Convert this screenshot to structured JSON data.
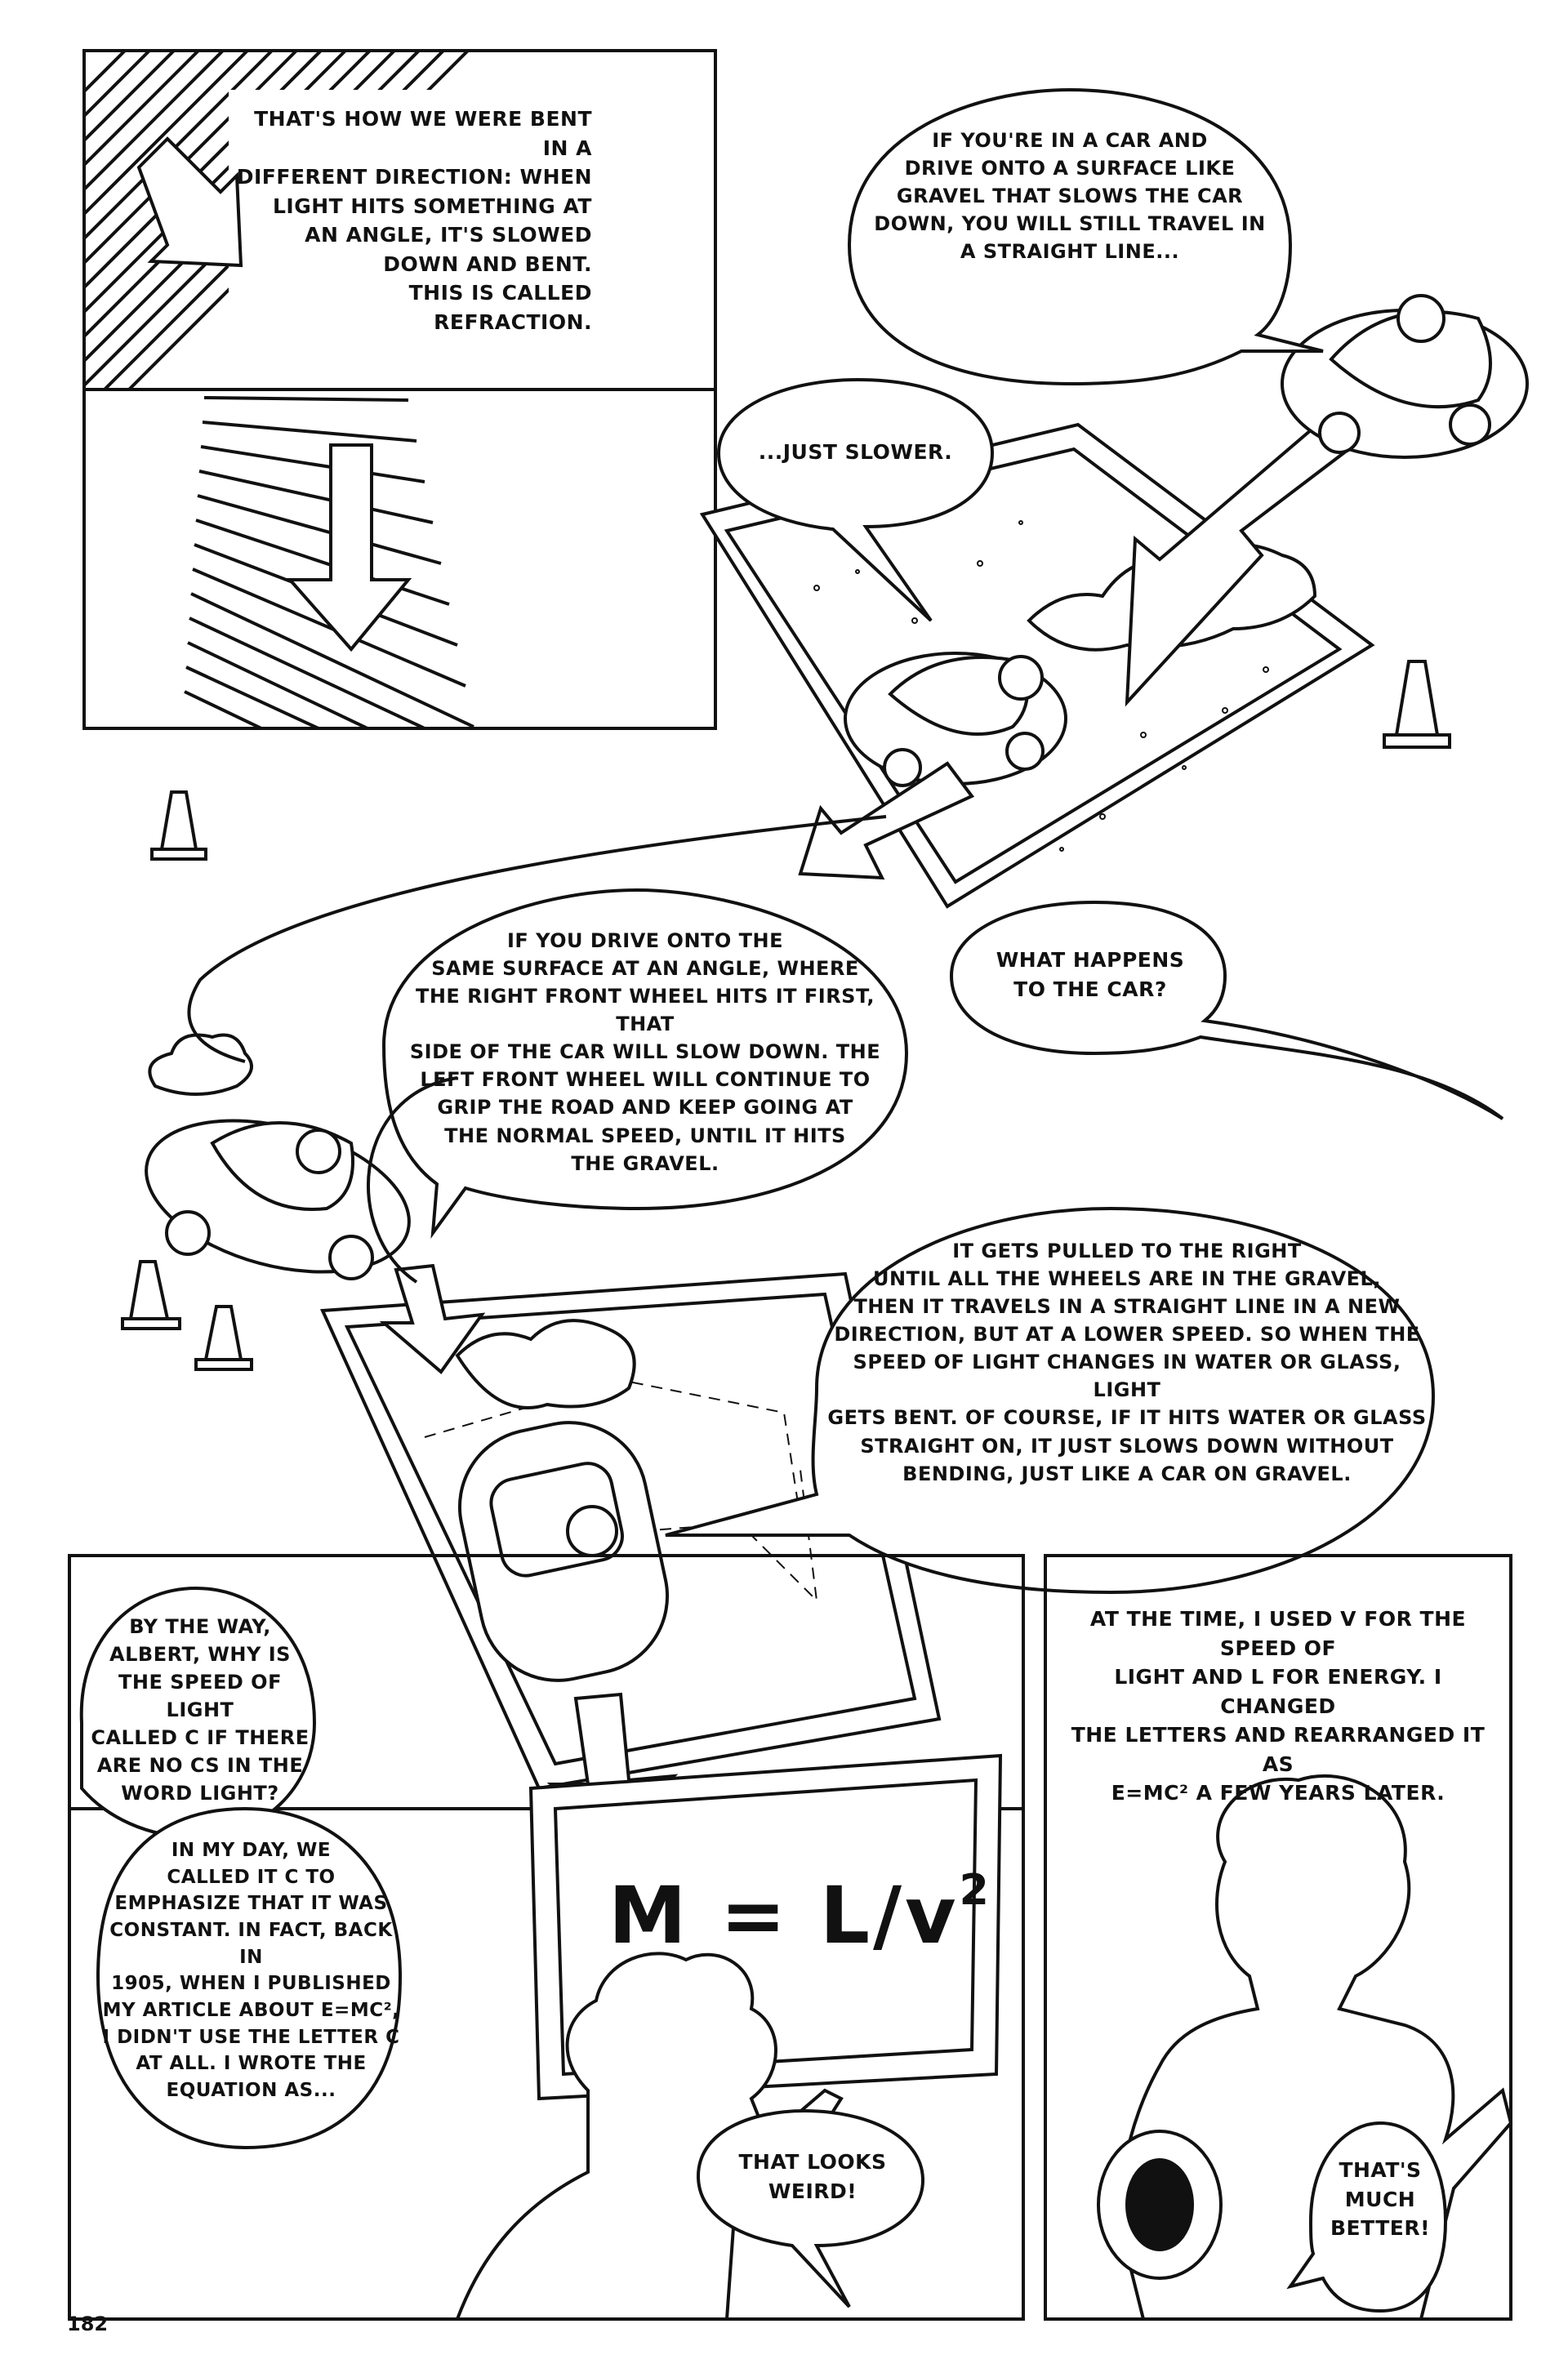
{
  "page_number": "182",
  "panels": {
    "refraction": {
      "caption": "THAT'S HOW WE WERE BENT IN A\nDIFFERENT DIRECTION: WHEN\nLIGHT HITS SOMETHING AT\nAN ANGLE, IT'S SLOWED\nDOWN AND BENT.\nTHIS IS CALLED\nREFRACTION."
    },
    "car_straight": {
      "bubble_car_gravel": "IF YOU'RE IN A CAR AND\nDRIVE ONTO A SURFACE LIKE\nGRAVEL THAT SLOWS THE CAR\nDOWN, YOU WILL STILL TRAVEL IN\nA STRAIGHT LINE...",
      "bubble_slower": "...JUST SLOWER.",
      "bubble_what_happens": "WHAT HAPPENS\nTO THE CAR?"
    },
    "car_angle": {
      "bubble_angle": "IF YOU DRIVE ONTO THE\nSAME SURFACE AT AN ANGLE, WHERE\nTHE RIGHT FRONT WHEEL HITS IT FIRST, THAT\nSIDE OF THE CAR WILL SLOW DOWN. THE\nLEFT FRONT WHEEL WILL CONTINUE TO\nGRIP THE ROAD AND KEEP GOING AT\nTHE NORMAL SPEED, UNTIL IT HITS\nTHE GRAVEL.",
      "bubble_pulled": "IT GETS PULLED TO THE RIGHT\nUNTIL ALL THE WHEELS ARE IN THE GRAVEL,\nTHEN IT TRAVELS IN A STRAIGHT LINE IN A NEW\nDIRECTION, BUT AT A LOWER SPEED. SO WHEN THE\nSPEED OF LIGHT CHANGES IN WATER OR GLASS, LIGHT\nGETS BENT. OF COURSE, IF IT HITS WATER OR GLASS\nSTRAIGHT ON, IT JUST SLOWS DOWN WITHOUT\nBENDING, JUST LIKE A CAR ON GRAVEL."
    },
    "blackboard": {
      "bubble_question": "BY THE WAY,\nALBERT, WHY IS\nTHE SPEED OF LIGHT\nCALLED C IF THERE\nARE NO Cs IN THE\nWORD LIGHT?",
      "bubble_answer": "IN MY DAY, WE\nCALLED IT C TO\nEMPHASIZE THAT IT WAS\nCONSTANT. IN FACT, BACK IN\n1905, WHEN I PUBLISHED\nMY ARTICLE ABOUT E=MC²,\nI DIDN'T USE THE LETTER C\nAT ALL. I WROTE THE\nEQUATION AS...",
      "equation_lhs": "M = L/v",
      "equation_exp": "2",
      "bubble_weird": "THAT LOOKS\nWEIRD!"
    },
    "einstein": {
      "caption": "AT THE TIME, I USED V FOR THE SPEED OF\nLIGHT AND L FOR ENERGY. I CHANGED\nTHE LETTERS AND REARRANGED IT AS\nE=MC² A FEW YEARS LATER.",
      "bubble_better": "THAT'S\nMUCH\nBETTER!"
    }
  }
}
